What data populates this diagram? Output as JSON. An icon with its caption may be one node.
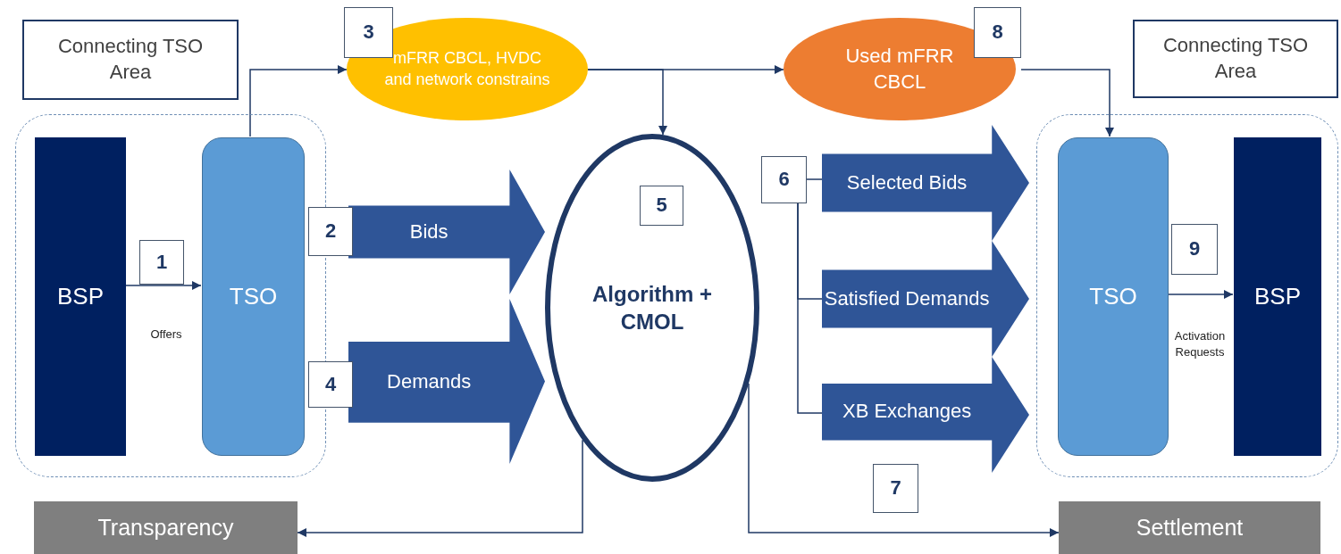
{
  "diagram": {
    "nodes": [
      {
        "text": [
          "Connecting TSO Area"
        ]
      },
      {
        "text": [
          "3"
        ]
      },
      {
        "text": [
          "mFRR CBCL, HVDC and network constrains"
        ]
      },
      {
        "text": [
          "8"
        ]
      },
      {
        "text": [
          "Used mFRR CBCL"
        ]
      },
      {
        "text": [
          "Connecting TSO Area"
        ]
      },
      {
        "text": [],
        "shape": "box"
      },
      {
        "text": [
          "BSP"
        ],
        "in": 6
      },
      {
        "text": [
          "TSO"
        ],
        "in": 6
      },
      {
        "text": [
          "6"
        ]
      },
      {
        "text": [
          "Selected Bids"
        ]
      },
      {
        "text": [
          "Algorithm + CMOL"
        ]
      },
      {
        "text": [
          "5"
        ],
        "in": 11
      },
      {
        "text": [
          "2"
        ]
      },
      {
        "text": [
          "Bids"
        ]
      },
      {
        "text": [
          "1"
        ],
        "in": 6
      },
      {
        "text": [],
        "shape": "box"
      },
      {
        "text": [
          "TSO"
        ],
        "in": 16
      },
      {
        "text": [
          "BSP"
        ],
        "in": 16
      },
      {
        "text": [
          "9"
        ],
        "in": 16
      },
      {
        "text": [
          "Satisfied Demands"
        ]
      },
      {
        "text": [
          "4"
        ]
      },
      {
        "text": [
          "Demands"
        ]
      },
      {
        "text": [
          "XB Exchanges"
        ]
      },
      {
        "text": [
          "7"
        ]
      },
      {
        "text": [
          "Transparency"
        ]
      },
      {
        "text": [
          "Settlement"
        ]
      }
    ],
    "edges": [
      {
        "from": 7,
        "to": 8,
        "arrow": "to",
        "label": "Offers"
      },
      {
        "from": 8,
        "to": 2,
        "arrow": "to"
      },
      {
        "from": 2,
        "to": 11,
        "arrow": "to"
      },
      {
        "from": 2,
        "to": 4,
        "arrow": "to"
      },
      {
        "from": 4,
        "to": 17,
        "arrow": "to"
      },
      {
        "from": 17,
        "to": 18,
        "arrow": "to",
        "label": "Activation Requests"
      },
      {
        "from": 11,
        "to": 25,
        "arrow": "to"
      },
      {
        "from": 11,
        "to": 26,
        "arrow": "to"
      },
      {
        "from": 9,
        "to": 10,
        "arrow": "none"
      },
      {
        "from": 9,
        "to": 20,
        "arrow": "none"
      },
      {
        "from": 9,
        "to": 23,
        "arrow": "none"
      }
    ]
  }
}
